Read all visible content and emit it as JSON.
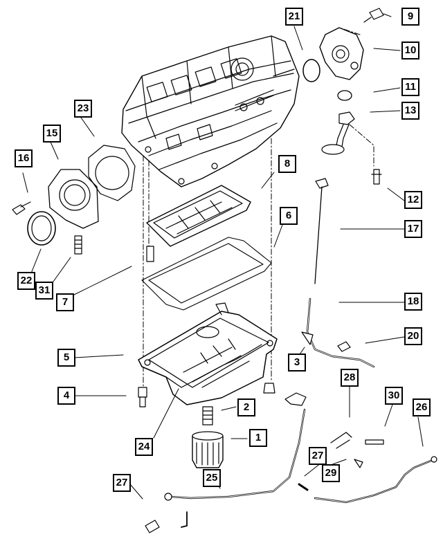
{
  "diagram": {
    "callouts": [
      {
        "id": "1",
        "text": "1"
      },
      {
        "id": "2",
        "text": "2"
      },
      {
        "id": "3",
        "text": "3"
      },
      {
        "id": "4",
        "text": "4"
      },
      {
        "id": "5",
        "text": "5"
      },
      {
        "id": "6",
        "text": "6"
      },
      {
        "id": "7",
        "text": "7"
      },
      {
        "id": "8",
        "text": "8"
      },
      {
        "id": "9",
        "text": "9"
      },
      {
        "id": "10",
        "text": "10"
      },
      {
        "id": "11",
        "text": "11"
      },
      {
        "id": "12",
        "text": "12"
      },
      {
        "id": "13",
        "text": "13"
      },
      {
        "id": "15",
        "text": "15"
      },
      {
        "id": "16",
        "text": "16"
      },
      {
        "id": "17",
        "text": "17"
      },
      {
        "id": "18",
        "text": "18"
      },
      {
        "id": "20",
        "text": "20"
      },
      {
        "id": "21",
        "text": "21"
      },
      {
        "id": "22",
        "text": "22"
      },
      {
        "id": "23",
        "text": "23"
      },
      {
        "id": "24",
        "text": "24"
      },
      {
        "id": "25",
        "text": "25"
      },
      {
        "id": "26",
        "text": "26"
      },
      {
        "id": "27a",
        "text": "27"
      },
      {
        "id": "27b",
        "text": "27"
      },
      {
        "id": "28",
        "text": "28"
      },
      {
        "id": "29",
        "text": "29"
      },
      {
        "id": "30",
        "text": "30"
      },
      {
        "id": "31",
        "text": "31"
      }
    ]
  }
}
